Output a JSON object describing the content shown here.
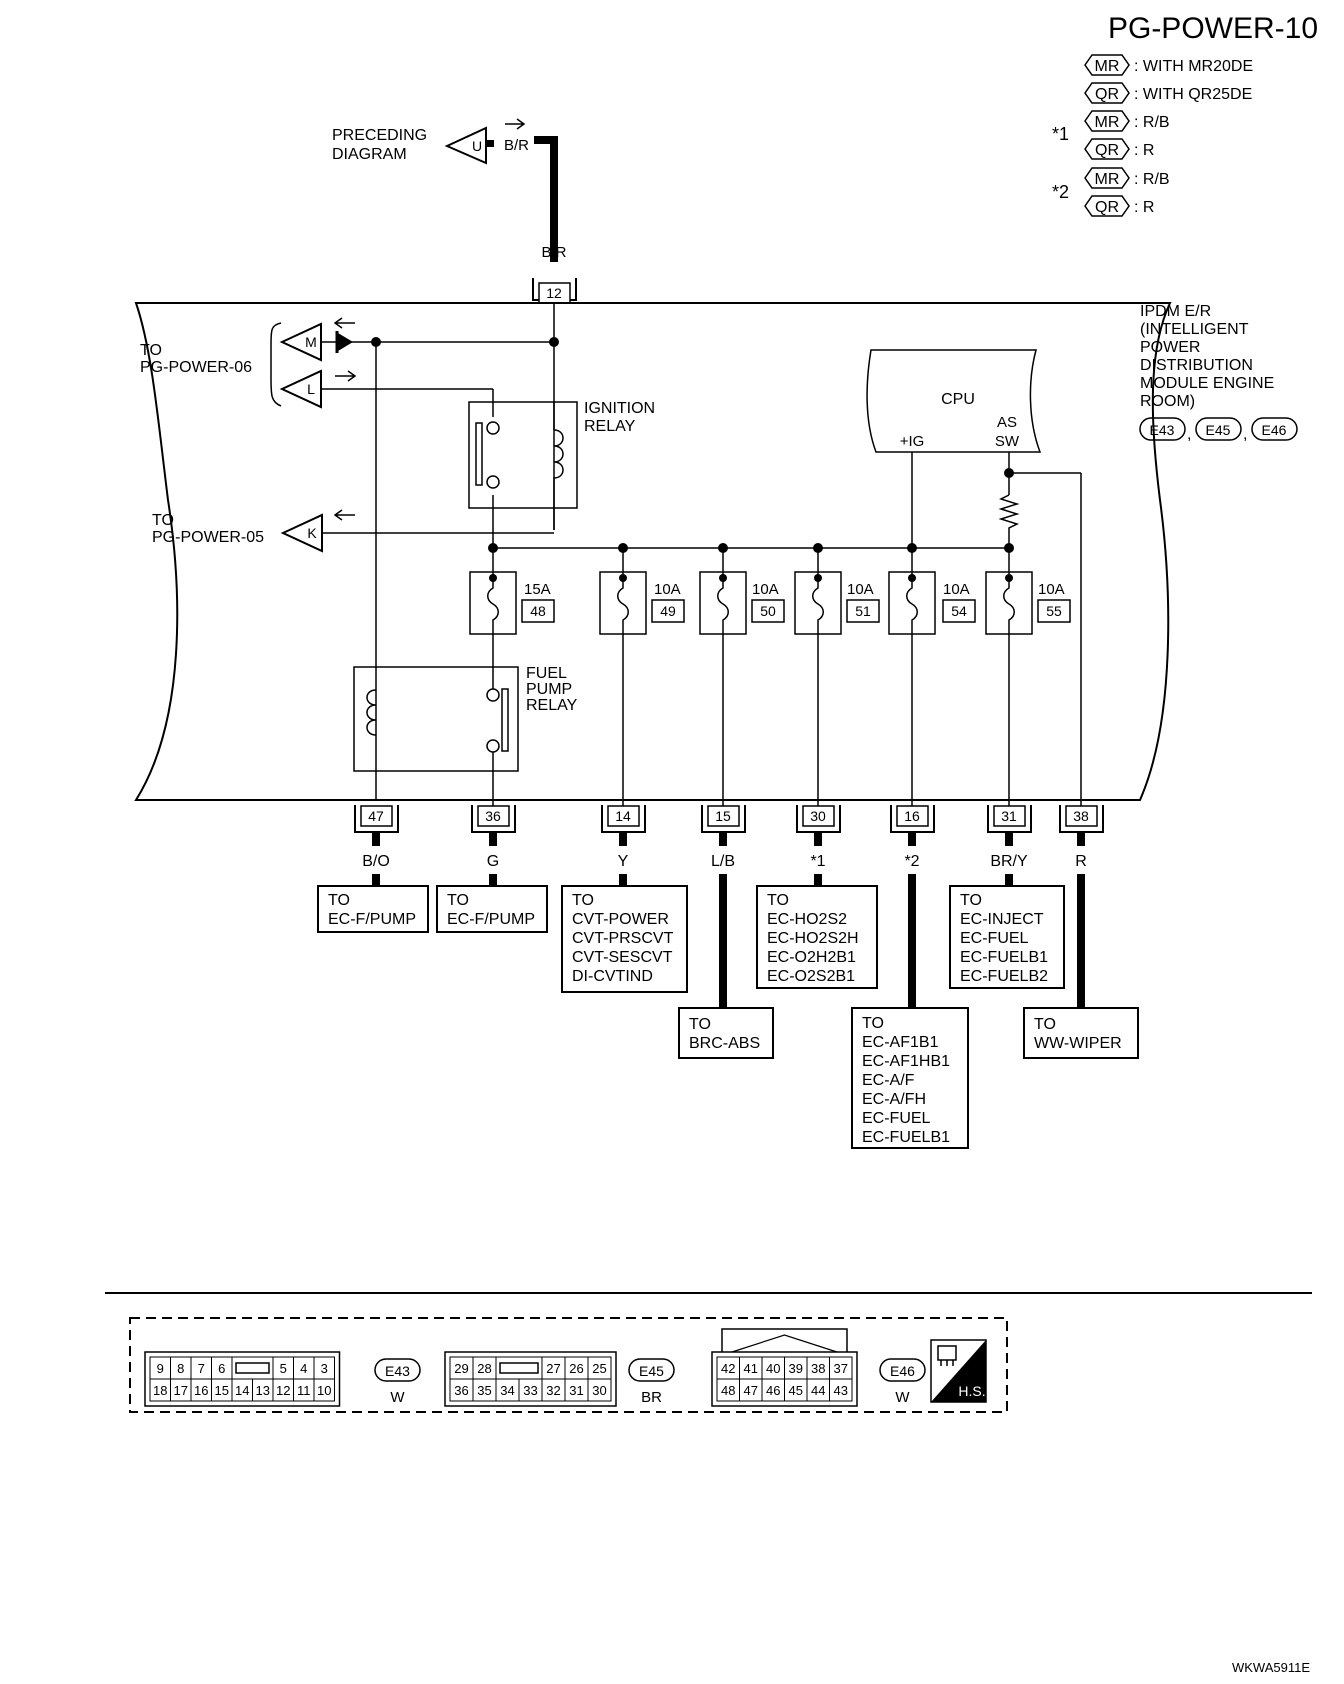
{
  "page_code": "PG-POWER-10",
  "figure_id": "WKWA5911E",
  "legend": [
    {
      "tag": "MR",
      "text": ": WITH MR20DE"
    },
    {
      "tag": "QR",
      "text": ": WITH QR25DE"
    },
    {
      "mark": "*1",
      "tag": "MR",
      "text": ": R/B"
    },
    {
      "tag": "QR",
      "text": ": R"
    },
    {
      "mark": "*2",
      "tag": "MR",
      "text": ": R/B"
    },
    {
      "tag": "QR",
      "text": ": R"
    }
  ],
  "preceding": {
    "line1": "PRECEDING",
    "line2": "DIAGRAM",
    "connector": "U",
    "wire": "B/R"
  },
  "input": {
    "wire": "B/R",
    "terminal": "12"
  },
  "module": {
    "lines": [
      "IPDM E/R",
      "(INTELLIGENT",
      "POWER",
      "DISTRIBUTION",
      "MODULE ENGINE",
      "ROOM)"
    ],
    "connectors": [
      "E43",
      "E45",
      "E46"
    ],
    "separator": ","
  },
  "cpu": {
    "label": "CPU",
    "ig": "+IG",
    "as1": "AS",
    "as2": "SW"
  },
  "ignition_relay": {
    "line1": "IGNITION",
    "line2": "RELAY"
  },
  "fuel_pump_relay": {
    "line1": "FUEL",
    "line2": "PUMP",
    "line3": "RELAY"
  },
  "left_refs": [
    {
      "to": "TO",
      "page": "PG-POWER-06",
      "conns": [
        "M",
        "L"
      ]
    },
    {
      "to": "TO",
      "page": "PG-POWER-05",
      "conns": [
        "K"
      ]
    }
  ],
  "fuses": [
    {
      "amps": "15A",
      "num": "48"
    },
    {
      "amps": "10A",
      "num": "49"
    },
    {
      "amps": "10A",
      "num": "50"
    },
    {
      "amps": "10A",
      "num": "51"
    },
    {
      "amps": "10A",
      "num": "54"
    },
    {
      "amps": "10A",
      "num": "55"
    }
  ],
  "outputs": [
    {
      "terminal": "47",
      "wire": "B/O"
    },
    {
      "terminal": "36",
      "wire": "G"
    },
    {
      "terminal": "14",
      "wire": "Y"
    },
    {
      "terminal": "15",
      "wire": "L/B"
    },
    {
      "terminal": "30",
      "wire": "*1"
    },
    {
      "terminal": "16",
      "wire": "*2"
    },
    {
      "terminal": "31",
      "wire": "BR/Y"
    },
    {
      "terminal": "38",
      "wire": "R"
    }
  ],
  "destinations": [
    [
      "TO",
      "EC-F/PUMP"
    ],
    [
      "TO",
      "EC-F/PUMP"
    ],
    [
      "TO",
      "CVT-POWER",
      "CVT-PRSCVT",
      "CVT-SESCVT",
      "DI-CVTIND"
    ],
    [
      "TO",
      "BRC-ABS"
    ],
    [
      "TO",
      "EC-HO2S2",
      "EC-HO2S2H",
      "EC-O2H2B1",
      "EC-O2S2B1"
    ],
    [
      "TO",
      "EC-AF1B1",
      "EC-AF1HB1",
      "EC-A/F",
      "EC-A/FH",
      "EC-FUEL",
      "EC-FUELB1"
    ],
    [
      "TO",
      "EC-INJECT",
      "EC-FUEL",
      "EC-FUELB1",
      "EC-FUELB2"
    ],
    [
      "TO",
      "WW-WIPER"
    ]
  ],
  "connector_views": [
    {
      "id": "E43",
      "color": "W",
      "top": [
        "9",
        "8",
        "7",
        "6",
        "5",
        "4",
        "3"
      ],
      "bottom": [
        "18",
        "17",
        "16",
        "15",
        "14",
        "13",
        "12",
        "11",
        "10"
      ]
    },
    {
      "id": "E45",
      "color": "BR",
      "top": [
        "29",
        "28",
        "27",
        "26",
        "25"
      ],
      "bottom": [
        "36",
        "35",
        "34",
        "33",
        "32",
        "31",
        "30"
      ]
    },
    {
      "id": "E46",
      "color": "W",
      "top": [
        "42",
        "41",
        "40",
        "39",
        "38",
        "37"
      ],
      "bottom": [
        "48",
        "47",
        "46",
        "45",
        "44",
        "43"
      ]
    }
  ],
  "hs_label": "H.S."
}
